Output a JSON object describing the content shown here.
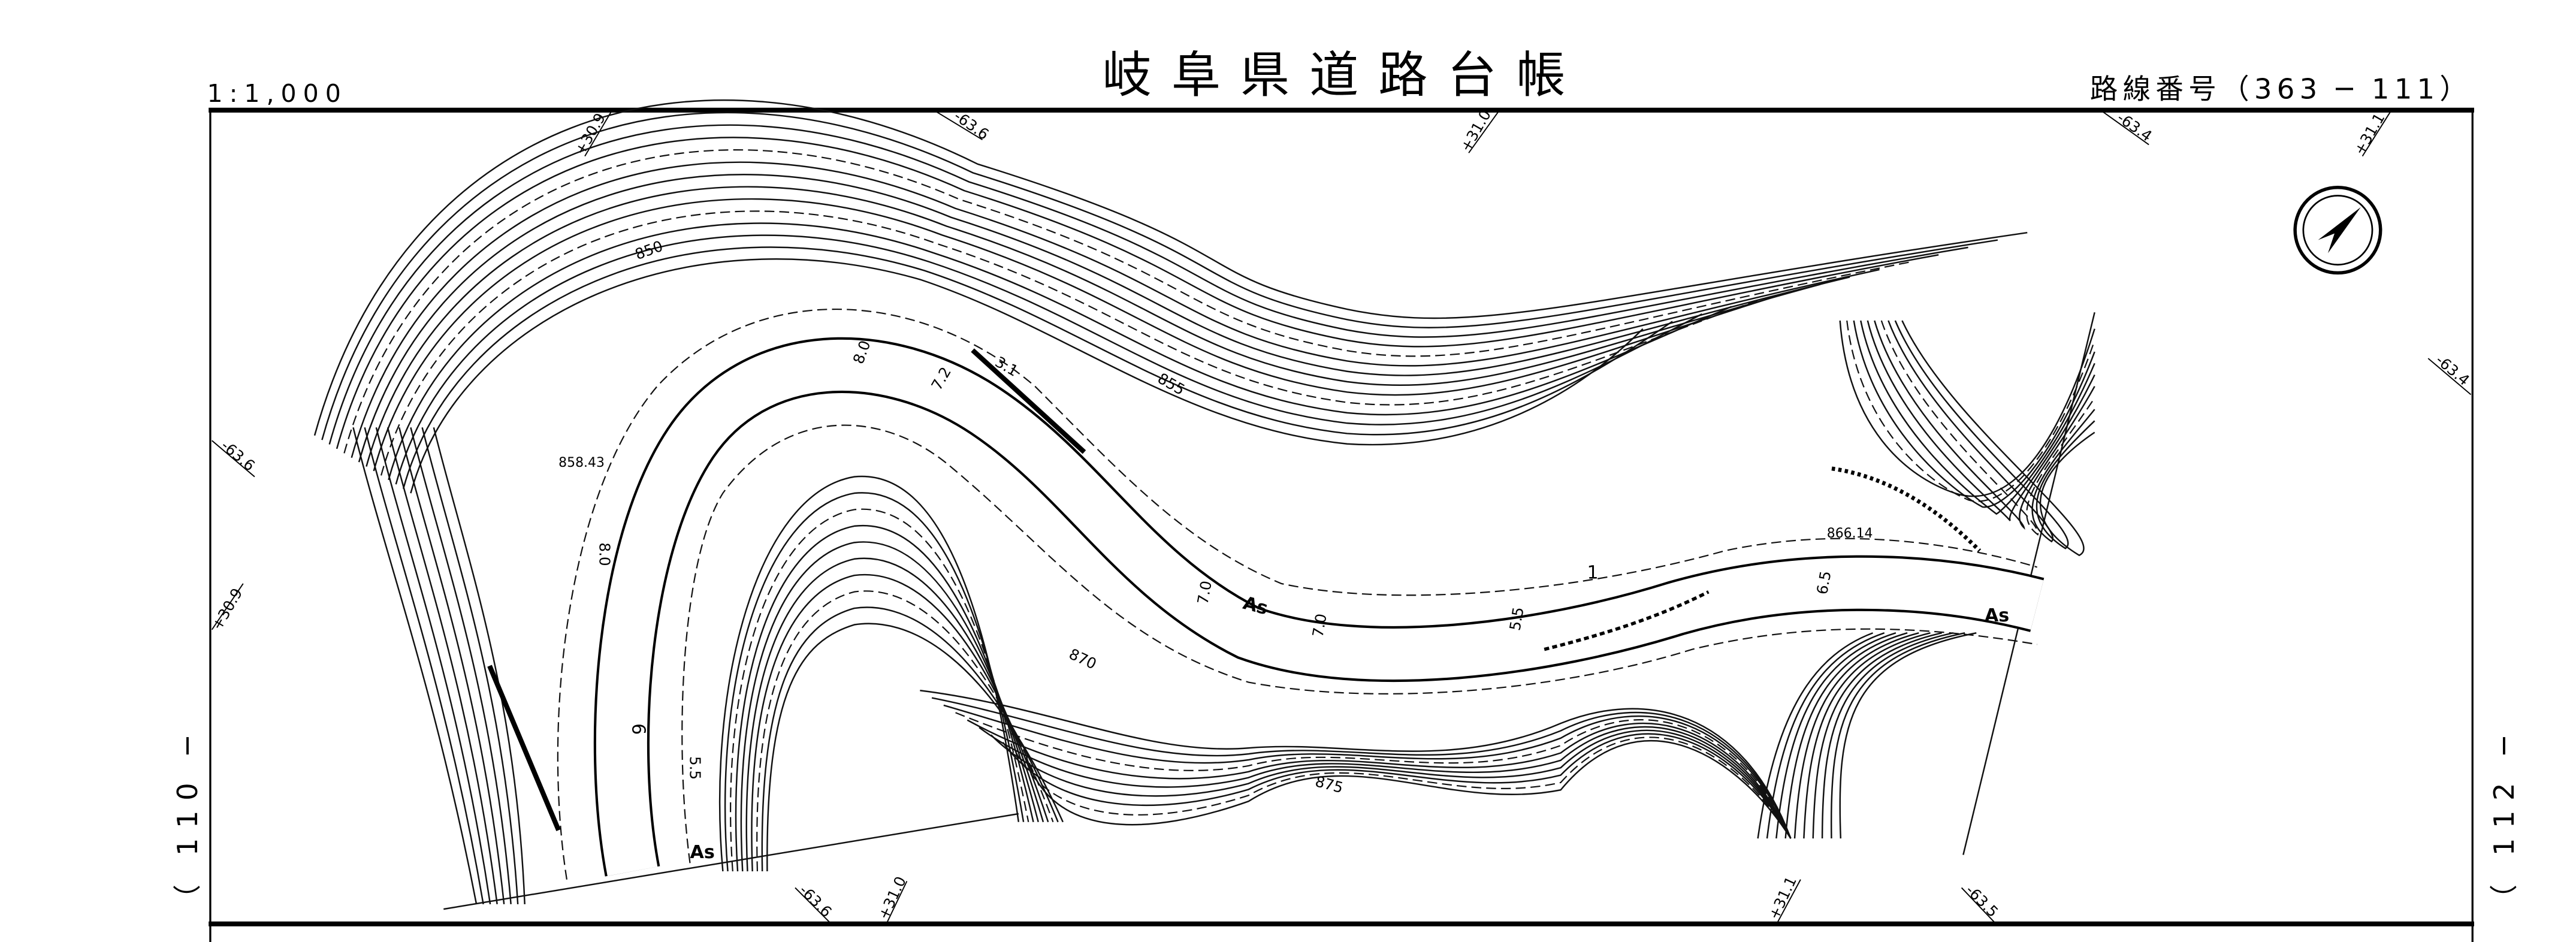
{
  "header": {
    "scale": "1:1,000",
    "title": "岐阜県道路台帳",
    "route_number": "路線番号（363 ─ 111）"
  },
  "side_labels": {
    "left": "（ 110 ─",
    "right": "（ 112 ─"
  },
  "grid_ticks": {
    "top": [
      "+30.9",
      "-63.6",
      "+31.0",
      "-63.4",
      "+31.1"
    ],
    "left": [
      "-63.6",
      "+30.9"
    ],
    "right": [
      "-63.4"
    ],
    "bottom": [
      "-63.6",
      "+31.0",
      "+31.1",
      "-63.5"
    ]
  },
  "map_labels": {
    "contour_850": "850",
    "contour_855": "855",
    "contour_870": "870",
    "contour_875": "875",
    "spot_height_1": "858.43",
    "spot_height_2": "866.14",
    "surface_1": "As",
    "surface_2": "As",
    "surface_3": "As",
    "width_1": "8.0",
    "width_2": "7.2",
    "width_3": "3.1",
    "width_4": "7.0",
    "width_5": "7.0",
    "width_6": "5.5",
    "width_7": "6.5",
    "width_8": "8.0",
    "width_9": "5.5",
    "width_10": "6",
    "station": "1"
  },
  "icons": {
    "north_arrow": "north-arrow-icon"
  }
}
